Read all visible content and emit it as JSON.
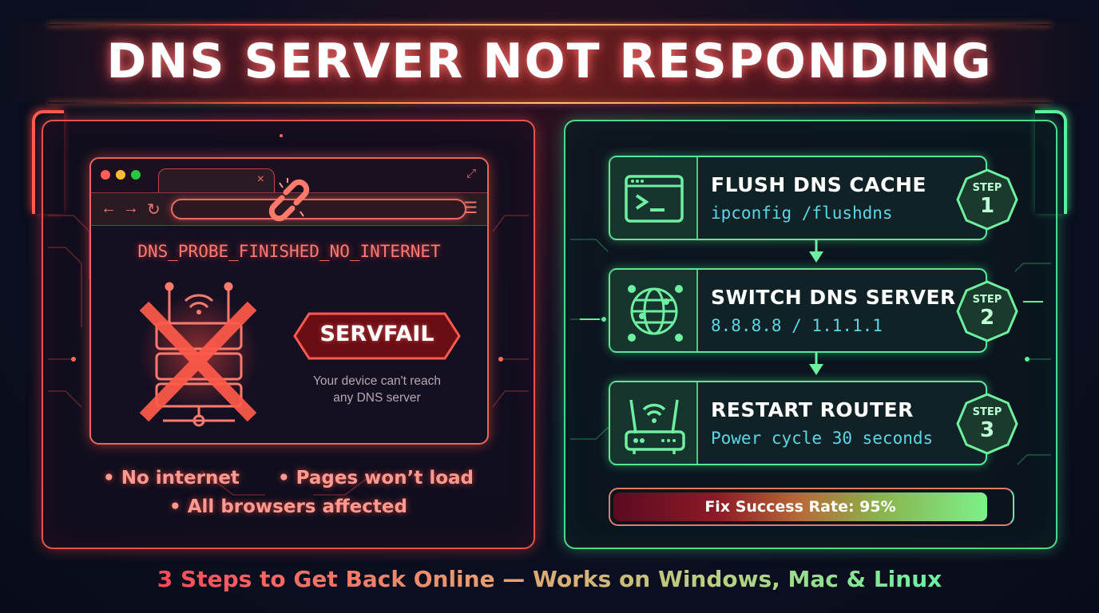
{
  "header": {
    "title": "DNS SERVER NOT RESPONDING"
  },
  "colors": {
    "error_accent": "#e2544e",
    "success_accent": "#4fd88a",
    "command_text": "#5cd6e6",
    "background": "#0c1022"
  },
  "error_panel": {
    "browser": {
      "window_controls": [
        "close-dot",
        "minimize-dot",
        "maximize-dot"
      ],
      "tab_close": "×",
      "expand": "⤢",
      "nav": {
        "back": "←",
        "forward": "→",
        "reload": "↻",
        "menu": "☰"
      },
      "broken_link_icon": "broken-chain-icon"
    },
    "error_code": "DNS_PROBE_FINISHED_NO_INTERNET",
    "status_badge": "SERVFAIL",
    "description_line1": "Your device can't reach",
    "description_line2": "any DNS server",
    "symptoms": [
      "• No internet",
      "• Pages won’t load",
      "• All browsers affected"
    ]
  },
  "fix_panel": {
    "steps": [
      {
        "badge_label": "STEP",
        "number": "1",
        "title": "FLUSH DNS CACHE",
        "command": "ipconfig /flushdns",
        "icon": "terminal-icon"
      },
      {
        "badge_label": "STEP",
        "number": "2",
        "title": "SWITCH DNS SERVER",
        "command": "8.8.8.8 / 1.1.1.1",
        "icon": "globe-network-icon"
      },
      {
        "badge_label": "STEP",
        "number": "3",
        "title": "RESTART ROUTER",
        "command": "Power cycle 30 seconds",
        "icon": "router-icon"
      }
    ],
    "progress": {
      "label": "Fix Success Rate: 95%",
      "value": 95
    }
  },
  "footer": {
    "tagline": "3 Steps to Get Back Online — Works on Windows, Mac & Linux"
  }
}
